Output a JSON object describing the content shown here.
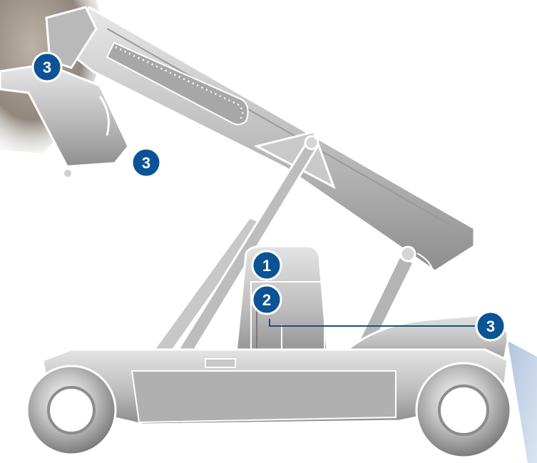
{
  "diagram": {
    "subject": "reach stacker",
    "colors": {
      "body_light": "#dcdcdc",
      "body_mid": "#b8b8b8",
      "body_dark": "#8a8a8a",
      "outline": "#ffffff",
      "marker_fill": "#0b5394",
      "marker_ring": "#ffffff",
      "leader_line": "#1f4e79",
      "highlight_beam": "#b7c9e2",
      "photo_bg": "#8b7f72"
    },
    "markers": [
      {
        "id": "m1",
        "label": "1"
      },
      {
        "id": "m2",
        "label": "2"
      },
      {
        "id": "m3a",
        "label": "3"
      },
      {
        "id": "m3b",
        "label": "3"
      },
      {
        "id": "m3c",
        "label": "3"
      }
    ]
  }
}
